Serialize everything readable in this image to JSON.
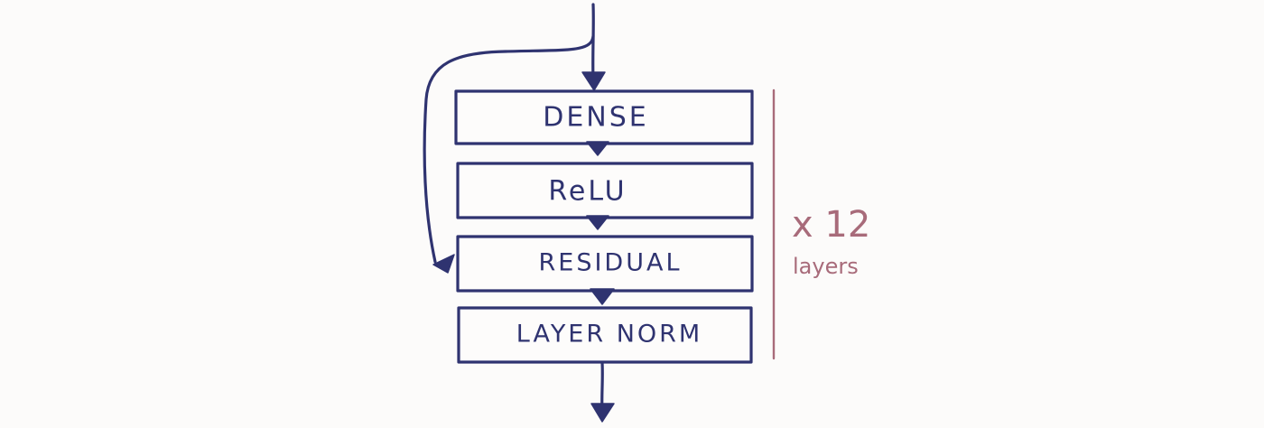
{
  "colors": {
    "ink": "#2f3370",
    "accent": "#a86b7a",
    "background": "#fcfbfa"
  },
  "blocks": [
    {
      "label": "DENSE"
    },
    {
      "label": "ReLU"
    },
    {
      "label": "RESIDUAL"
    },
    {
      "label": "LAYER NORM"
    }
  ],
  "repeat": {
    "count": "x 12",
    "unit": "layers"
  }
}
